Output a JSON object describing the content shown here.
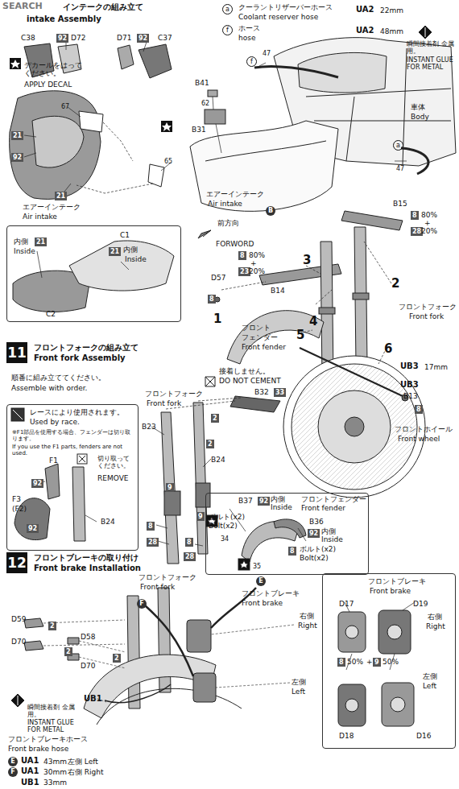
{
  "diagram": {
    "nodes": [
      {
        "text": [
          "内側",
          "21",
          "Inside",
          "C1",
          "21",
          "内側",
          "Inside",
          "C2"
        ]
      },
      {
        "text": [
          "11",
          "フロントフォークの組み立て",
          "Front fork Assembly"
        ]
      },
      {
        "text": [
          "レースにより使用されます。",
          "Used by race.",
          "※F1部品を使用する場合、フェンダーは切り取ります。",
          "If you use the F1 parts, fenders are not used.",
          "切り取って ください。",
          "REMOVE",
          "F1",
          "92",
          "F3",
          "(F2)",
          "92",
          "B24"
        ]
      },
      {
        "text": [
          "B37",
          "92",
          "内側",
          "Inside",
          "フロントフェンダー",
          "Front fender",
          "ボルト(x2)",
          "Bolt(x2)",
          "34",
          "B36",
          "92",
          "内側",
          "Inside",
          "8",
          "ボルト(x2)",
          "Bolt(x2)",
          "35"
        ]
      },
      {
        "text": [
          "12",
          "フロントブレーキの取り付け",
          "Front brake Installation"
        ]
      },
      {
        "text": [
          "フロントブレーキ",
          "Front brake",
          "D17",
          "D19",
          "右側",
          "Right",
          "8",
          "50%",
          "+",
          "9",
          "50%",
          "D18",
          "D16",
          "左側",
          "Left"
        ]
      }
    ],
    "labels": [
      "SEARCH",
      "インテークの組み立て",
      "intake Assembly",
      "C38",
      "92",
      "D72",
      "D71",
      "92",
      "C37",
      "デカールをはってください。",
      "APPLY DECAL",
      "67",
      "21",
      "92",
      "65",
      "21",
      "エアーインテーク",
      "Air intake",
      "a",
      "クーラントリザーバーホース",
      "Coolant reserver hose",
      "UA2",
      "22mm",
      "f",
      "ホース",
      "hose",
      "UA2",
      "48mm",
      "瞬間接着剤 金属用。",
      "INSTANT GLUE FOR METAL",
      "f",
      "47",
      "B41",
      "62",
      "B31",
      "車体",
      "Body",
      "a",
      "47",
      "エアーインテーク",
      "Air intake",
      "B",
      "前方向",
      "FORWORD",
      "8",
      "80%",
      "+",
      "23",
      "20%",
      "B14",
      "3",
      "B15",
      "8",
      "80%",
      "+",
      "28",
      "20%",
      "D57",
      "8",
      "1",
      "2",
      "4",
      "フロントフォーク",
      "Front fork",
      "フロント",
      "フェンダー",
      "Front fender",
      "5",
      "6",
      "UB3",
      "17mm",
      "UB3",
      "B13",
      "8",
      "フロントホイール",
      "Front wheel",
      "順番に組み立ててください。",
      "Assemble with order.",
      "接着しません。",
      "DO NOT CEMENT",
      "B32",
      "33",
      "フロントフォーク",
      "Front fork",
      "B23",
      "2",
      "2",
      "B24",
      "9",
      "9",
      "8",
      "28",
      "8",
      "28",
      "D59",
      "2",
      "D70",
      "D58",
      "2",
      "D70",
      "フロントフォーク",
      "Front fork",
      "E",
      "フロントブレーキ",
      "Front brake",
      "F",
      "右側",
      "Right",
      "2",
      "UB1",
      "左側",
      "Left",
      "瞬間接着剤 金属用。",
      "INSTANT GLUE FOR METAL",
      "フロントブレーキホース",
      "Front brake hose",
      "E",
      "UA1",
      "43mm",
      "左側 Left",
      "F",
      "UA1",
      "30mm",
      "右側 Right",
      "UB1",
      "33mm"
    ]
  }
}
